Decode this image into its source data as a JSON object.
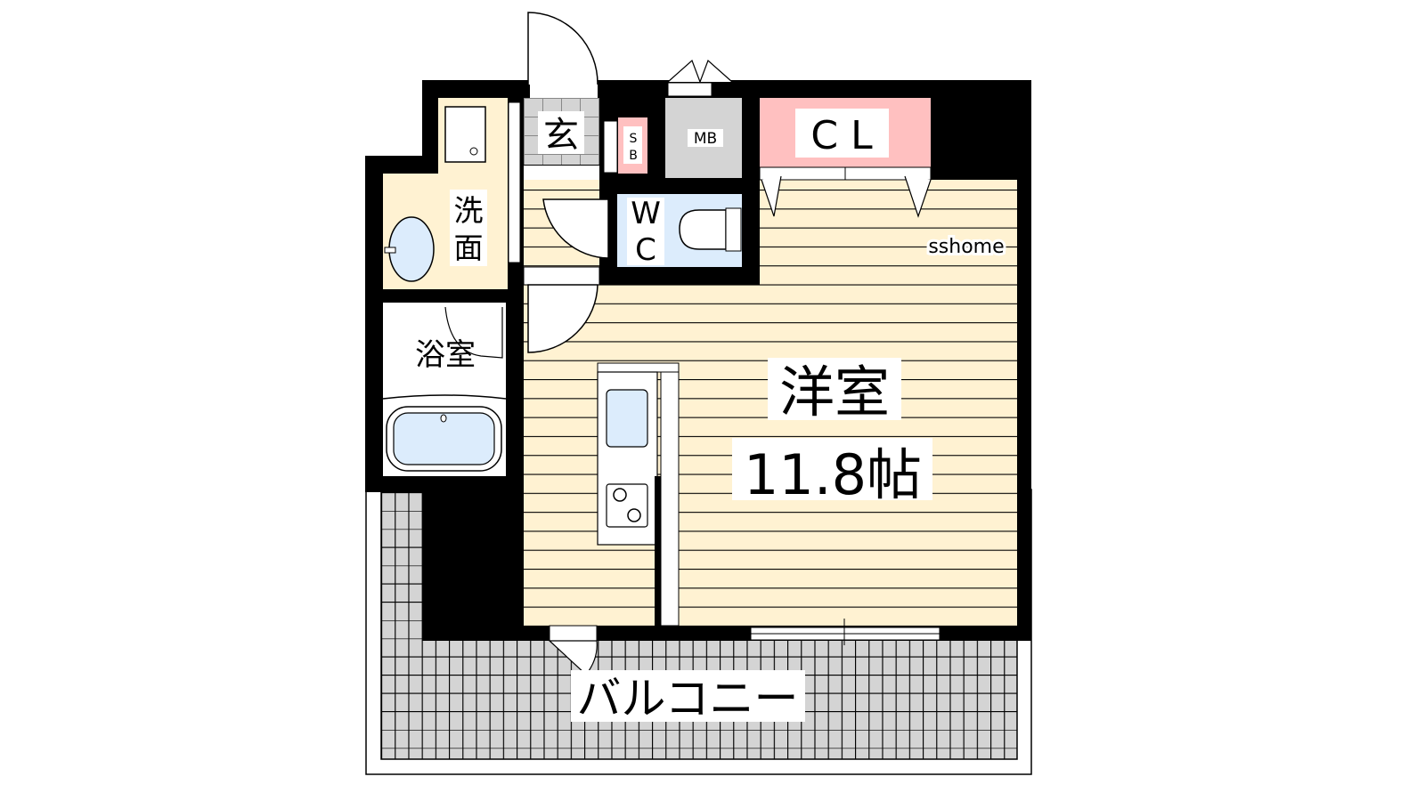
{
  "rooms": {
    "entrance": "玄",
    "shoe_box": "S B",
    "shoe_box_s": "S",
    "shoe_box_b": "B",
    "meter_box": "MB",
    "closet": "C L",
    "wc_w": "W",
    "wc_c": "C",
    "washroom_1": "洗",
    "washroom_2": "面",
    "bathroom": "浴室",
    "western_room": "洋室",
    "western_room_size": "11.8帖",
    "balcony": "バルコニー"
  },
  "watermark": "sshome",
  "colors": {
    "floor": "#fff2d2",
    "closet": "#ffc0c0",
    "wc": "#dcecfc",
    "gray": "#d4d4d4",
    "wall": "#000000"
  }
}
